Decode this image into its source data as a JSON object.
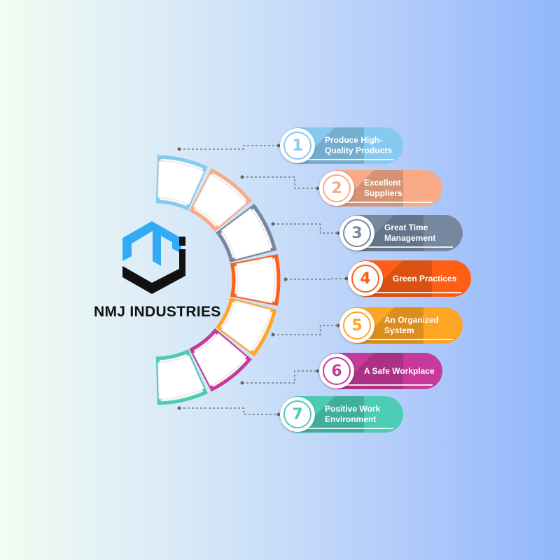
{
  "brand": {
    "name": "NMJ INDUSTRIES",
    "logo_colors": {
      "blue": "#33aaf5",
      "black": "#111111"
    }
  },
  "items": [
    {
      "number": "1",
      "label": "Produce High-\nQuality Products",
      "color": "#88c9f0",
      "dark": "#5c8fae"
    },
    {
      "number": "2",
      "label": "Excellent\nSuppliers",
      "color": "#f8ab86",
      "dark": "#b77a5a"
    },
    {
      "number": "3",
      "label": "Great Time\nManagement",
      "color": "#7588a0",
      "dark": "#566578"
    },
    {
      "number": "4",
      "label": "Green Practices",
      "color": "#ff5e14",
      "dark": "#b8400c"
    },
    {
      "number": "5",
      "label": "An Organized\nSystem",
      "color": "#ffa524",
      "dark": "#b9781a"
    },
    {
      "number": "6",
      "label": "A Safe Workplace",
      "color": "#c7399a",
      "dark": "#8e276e"
    },
    {
      "number": "7",
      "label": "Positive Work\nEnvironment",
      "color": "#4ccbb5",
      "dark": "#33897a"
    }
  ]
}
